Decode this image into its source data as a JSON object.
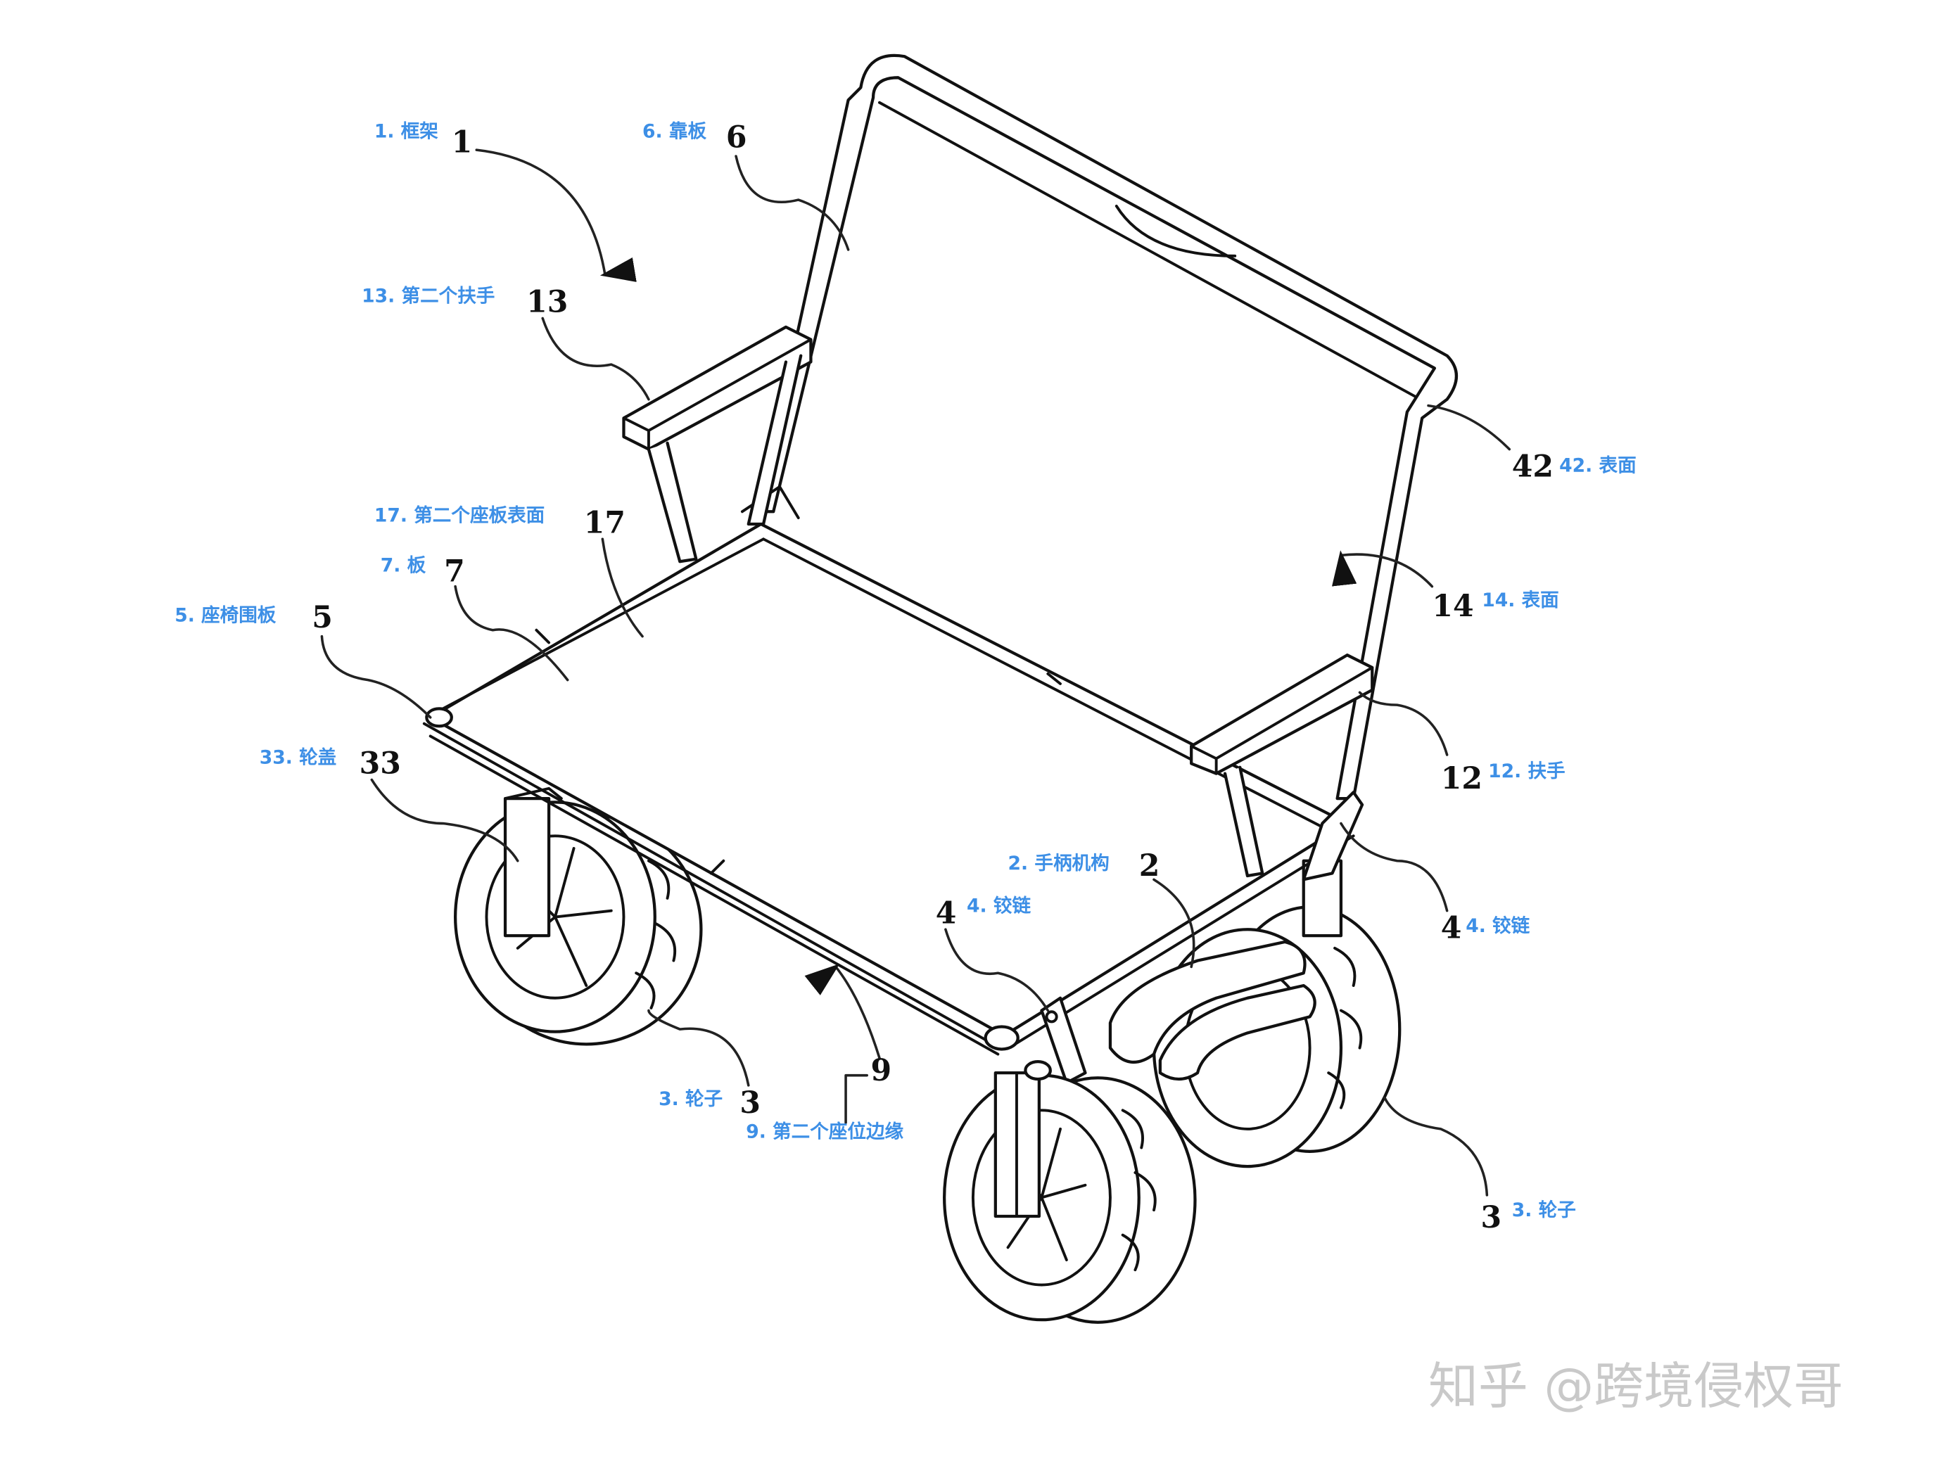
{
  "labels": {
    "frame": {
      "num": "1",
      "text": "1. 框架"
    },
    "backboard": {
      "num": "6",
      "text": "6. 靠板"
    },
    "second_armrest": {
      "num": "13",
      "text": "13. 第二个扶手"
    },
    "second_seat_surface": {
      "num": "17",
      "text": "17. 第二个座板表面"
    },
    "board": {
      "num": "7",
      "text": "7. 板"
    },
    "seat_panel": {
      "num": "5",
      "text": "5. 座椅围板"
    },
    "wheel_cover": {
      "num": "33",
      "text": "33. 轮盖"
    },
    "wheel_left": {
      "num": "3",
      "text": "3. 轮子"
    },
    "second_seat_edge": {
      "num": "9",
      "text": "9. 第二个座位边缘"
    },
    "handle_mechanism": {
      "num": "2",
      "text": "2. 手柄机构"
    },
    "hinge_left": {
      "num": "4",
      "text": "4. 铰链"
    },
    "surface_42": {
      "num": "42",
      "text": "42. 表面"
    },
    "surface_14": {
      "num": "14",
      "text": "14. 表面"
    },
    "armrest": {
      "num": "12",
      "text": "12. 扶手"
    },
    "hinge_right": {
      "num": "4",
      "text": "4. 铰链"
    },
    "wheel_right": {
      "num": "3",
      "text": "3. 轮子"
    }
  },
  "watermark": "知乎 @跨境侵权哥",
  "colors": {
    "label": "#3d8fe6",
    "line": "#111111"
  }
}
